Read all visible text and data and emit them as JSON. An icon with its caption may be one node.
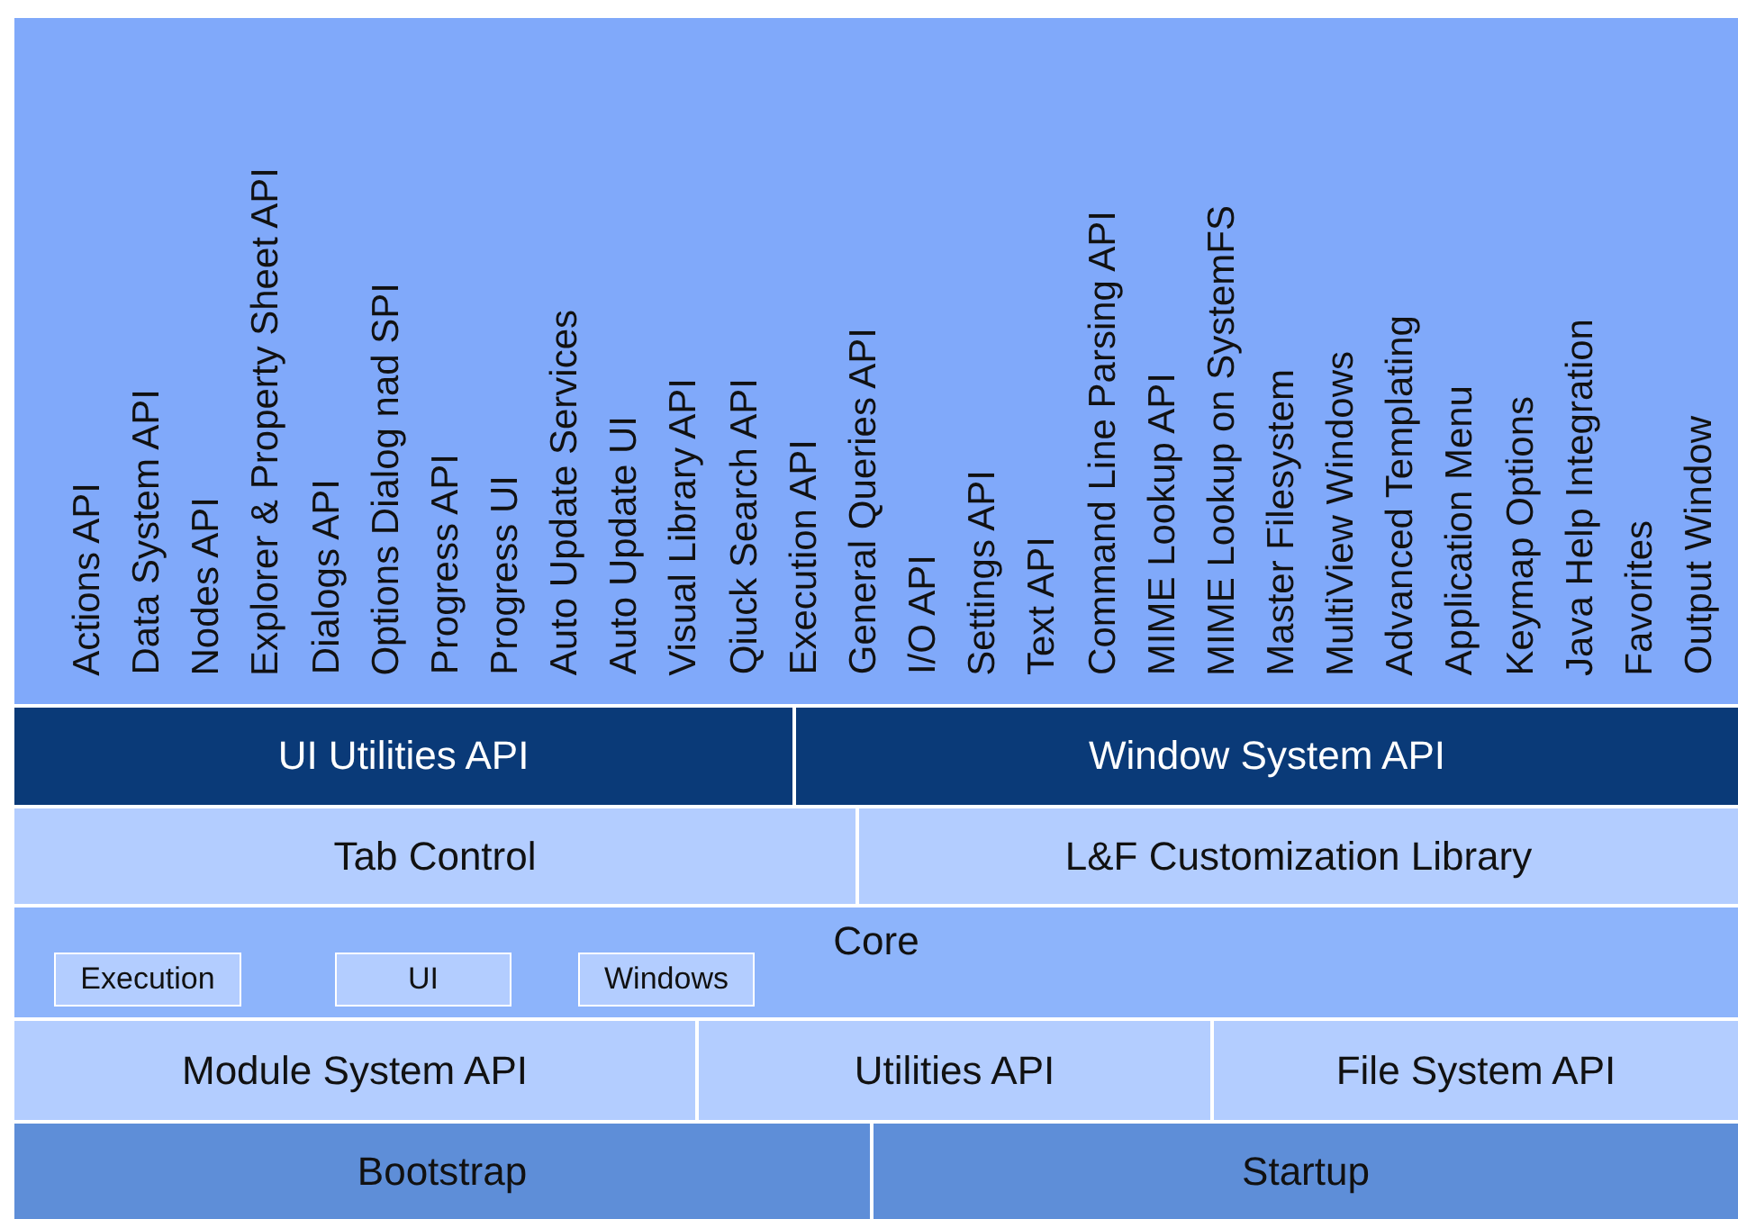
{
  "diagram": {
    "nodes": [
      {
        "text": [],
        "shape": "box"
      },
      {
        "text": [
          "UI Utilities API"
        ]
      },
      {
        "text": [
          "Window System API"
        ]
      },
      {
        "text": [
          "Tab Control"
        ]
      },
      {
        "text": [
          "L&F Customization Library"
        ]
      },
      {
        "text": [
          "Core"
        ]
      },
      {
        "text": [
          "Execution"
        ],
        "in": 5
      },
      {
        "text": [
          "UI"
        ],
        "in": 5
      },
      {
        "text": [
          "Windows"
        ],
        "in": 5
      },
      {
        "text": [
          "Module System API"
        ]
      },
      {
        "text": [
          "Utilities API"
        ]
      },
      {
        "text": [
          "File System API"
        ]
      },
      {
        "text": [
          "Bootstrap"
        ]
      },
      {
        "text": [
          "Startup"
        ]
      }
    ],
    "labels": [
      "Actions API",
      "Data System API",
      "Nodes API",
      "Explorer & Property Sheet API",
      "Dialogs API",
      "Options Dialog nad SPI",
      "Progress API",
      "Progress UI",
      "Auto Update Services",
      "Auto Update UI",
      "Visual Library API",
      "Qiuck Search API",
      "Execution API",
      "General Queries API",
      "I/O API",
      "Settings API",
      "Text API",
      "Command Line Parsing API",
      "MIME Lookup API",
      "MIME Lookup on SystemFS",
      "Master Filesystem",
      "MultiView Windows",
      "Advanced Templating",
      "Application Menu",
      "Keymap Options",
      "Java Help Integration",
      "Favorites",
      "Output Window"
    ]
  }
}
